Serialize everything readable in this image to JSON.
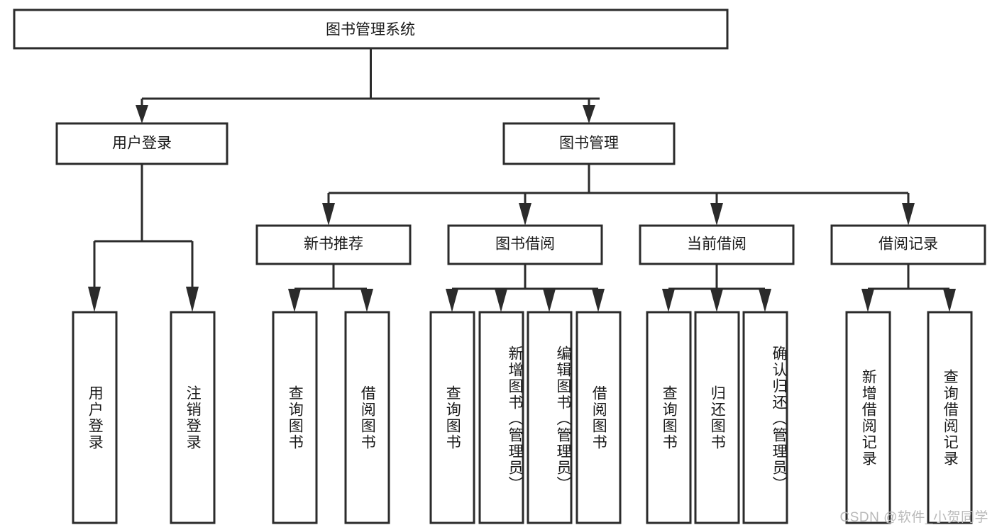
{
  "diagram": {
    "title": "图书管理系统",
    "type": "tree-hierarchy-chart",
    "background_color": "#ffffff",
    "line_color": "#2b2b2b",
    "text_color": "#1a1a1a",
    "watermark": "CSDN @软件_小贺同学",
    "levels": {
      "root": {
        "label": "图书管理系统"
      },
      "level2": [
        {
          "id": "user-login",
          "label": "用户登录"
        },
        {
          "id": "book-manage",
          "label": "图书管理"
        }
      ],
      "level3": [
        {
          "id": "new-book-recommend",
          "label": "新书推荐",
          "parent": "book-manage"
        },
        {
          "id": "book-borrow",
          "label": "图书借阅",
          "parent": "book-manage"
        },
        {
          "id": "current-borrow",
          "label": "当前借阅",
          "parent": "book-manage"
        },
        {
          "id": "borrow-record",
          "label": "借阅记录",
          "parent": "book-manage"
        }
      ],
      "leaves": [
        {
          "id": "leaf-user-login",
          "label": "用户登录",
          "parent": "user-login"
        },
        {
          "id": "leaf-logout-login",
          "label": "注销登录",
          "parent": "user-login"
        },
        {
          "id": "leaf-query-book-1",
          "label": "查询图书",
          "parent": "new-book-recommend"
        },
        {
          "id": "leaf-borrow-book-1",
          "label": "借阅图书",
          "parent": "new-book-recommend"
        },
        {
          "id": "leaf-query-book-2",
          "label": "查询图书",
          "parent": "book-borrow"
        },
        {
          "id": "leaf-add-book",
          "label": "新增图书（管理员）",
          "parent": "book-borrow"
        },
        {
          "id": "leaf-edit-book",
          "label": "编辑图书（管理员）",
          "parent": "book-borrow"
        },
        {
          "id": "leaf-borrow-book-2",
          "label": "借阅图书",
          "parent": "book-borrow"
        },
        {
          "id": "leaf-query-book-3",
          "label": "查询图书",
          "parent": "current-borrow"
        },
        {
          "id": "leaf-return-book",
          "label": "归还图书",
          "parent": "current-borrow"
        },
        {
          "id": "leaf-confirm-return",
          "label": "确认归还（管理员）",
          "parent": "current-borrow"
        },
        {
          "id": "leaf-add-record",
          "label": "新增借阅记录",
          "parent": "borrow-record"
        },
        {
          "id": "leaf-query-record",
          "label": "查询借阅记录",
          "parent": "borrow-record"
        }
      ]
    }
  }
}
